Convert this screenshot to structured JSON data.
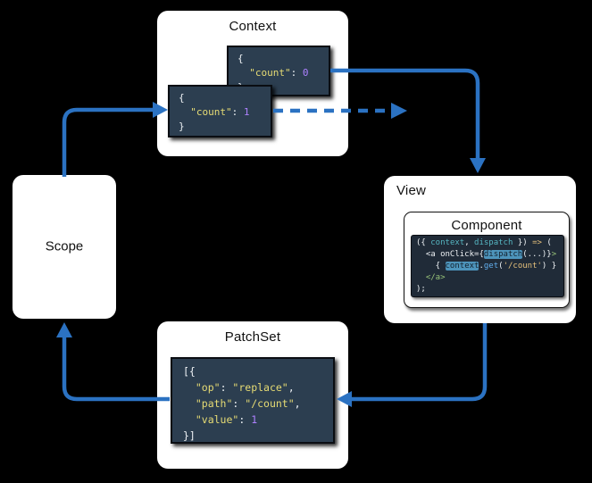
{
  "titles": {
    "context": "Context",
    "scope": "Scope",
    "view": "View",
    "component": "Component",
    "patchset": "PatchSet"
  },
  "colors": {
    "bg": "#000000",
    "panel": "#ffffff",
    "codebg": "#2c3e50",
    "codebg-dark": "#202b38",
    "accent": "#2b72c2",
    "code-string": "#e6db74",
    "code-number": "#ae81ff",
    "code-identifier": "#56b6c2",
    "code-highlight-bg": "#4d94bb"
  },
  "code": {
    "context_old": {
      "lines": [
        [
          {
            "t": "{",
            "c": "pun"
          }
        ],
        [
          {
            "t": "  ",
            "c": "pun"
          },
          {
            "t": "\"count\"",
            "c": "str"
          },
          {
            "t": ": ",
            "c": "pun"
          },
          {
            "t": "0",
            "c": "num"
          }
        ],
        [
          {
            "t": "}",
            "c": "pun"
          }
        ]
      ]
    },
    "context_new": {
      "lines": [
        [
          {
            "t": "{",
            "c": "pun"
          }
        ],
        [
          {
            "t": "  ",
            "c": "pun"
          },
          {
            "t": "\"count\"",
            "c": "str"
          },
          {
            "t": ": ",
            "c": "pun"
          },
          {
            "t": "1",
            "c": "num"
          }
        ],
        [
          {
            "t": "}",
            "c": "pun"
          }
        ]
      ]
    },
    "component": {
      "lines": [
        [
          {
            "t": "({ ",
            "c": "pun"
          },
          {
            "t": "context",
            "c": "id"
          },
          {
            "t": ", ",
            "c": "pun"
          },
          {
            "t": "dispatch",
            "c": "id"
          },
          {
            "t": " }) ",
            "c": "pun"
          },
          {
            "t": "=>",
            "c": "op"
          },
          {
            "t": " (",
            "c": "pun"
          }
        ],
        [
          {
            "t": "  <a onClick={",
            "c": "pun"
          },
          {
            "t": "dispatch",
            "c": "hl"
          },
          {
            "t": "(...)}",
            "c": "pun"
          },
          {
            "t": ">",
            "c": "tag"
          }
        ],
        [
          {
            "t": "    { ",
            "c": "pun"
          },
          {
            "t": "context",
            "c": "hl"
          },
          {
            "t": ".",
            "c": "pun"
          },
          {
            "t": "get",
            "c": "fn"
          },
          {
            "t": "(",
            "c": "pun"
          },
          {
            "t": "'/count'",
            "c": "str2"
          },
          {
            "t": ") }",
            "c": "pun"
          }
        ],
        [
          {
            "t": "  </a>",
            "c": "tag"
          }
        ],
        [
          {
            "t": ");",
            "c": "pun"
          }
        ]
      ]
    },
    "patchset": {
      "lines": [
        [
          {
            "t": "[{",
            "c": "pun"
          }
        ],
        [
          {
            "t": "  ",
            "c": "pun"
          },
          {
            "t": "\"op\"",
            "c": "str"
          },
          {
            "t": ": ",
            "c": "pun"
          },
          {
            "t": "\"replace\"",
            "c": "str"
          },
          {
            "t": ",",
            "c": "pun"
          }
        ],
        [
          {
            "t": "  ",
            "c": "pun"
          },
          {
            "t": "\"path\"",
            "c": "str"
          },
          {
            "t": ": ",
            "c": "pun"
          },
          {
            "t": "\"/count\"",
            "c": "str"
          },
          {
            "t": ",",
            "c": "pun"
          }
        ],
        [
          {
            "t": "  ",
            "c": "pun"
          },
          {
            "t": "\"value\"",
            "c": "str"
          },
          {
            "t": ": ",
            "c": "pun"
          },
          {
            "t": "1",
            "c": "num"
          }
        ],
        [
          {
            "t": "}]",
            "c": "pun"
          }
        ]
      ]
    }
  },
  "arrows": {
    "color": "#2b72c2",
    "items": [
      {
        "name": "scope-to-context",
        "style": "solid"
      },
      {
        "name": "context-old-to-view",
        "style": "solid"
      },
      {
        "name": "context-new-rerender",
        "style": "dashed"
      },
      {
        "name": "view-to-patchset",
        "style": "solid"
      },
      {
        "name": "patchset-to-scope",
        "style": "solid"
      }
    ]
  }
}
